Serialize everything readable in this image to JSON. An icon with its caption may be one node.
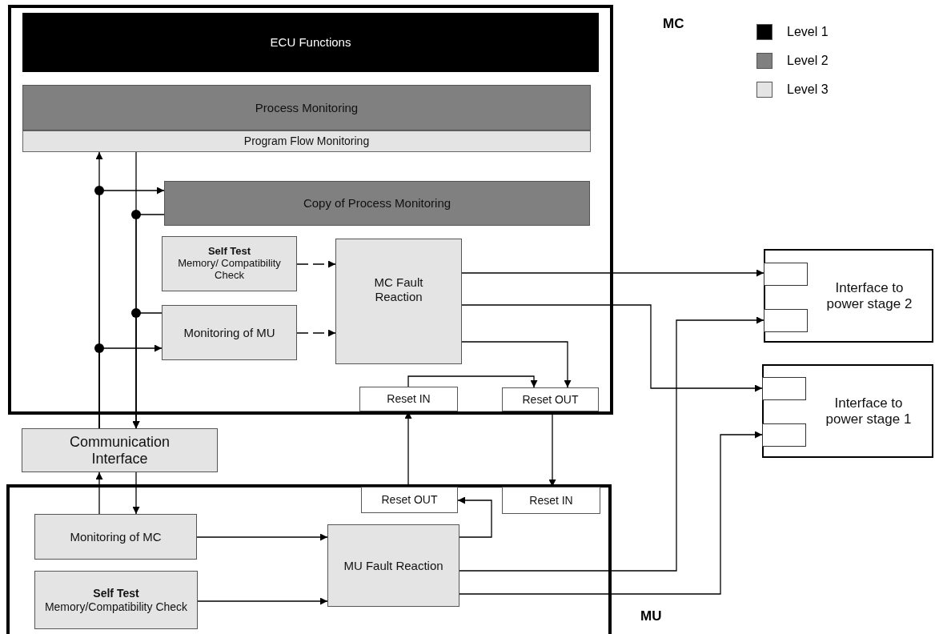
{
  "diagram": {
    "nodes": [
      {
        "text": [
          "MC"
        ]
      },
      {
        "text": [
          "ECU Functions"
        ],
        "in": 0
      },
      {
        "text": [
          "Process Monitoring"
        ],
        "in": 0
      },
      {
        "text": [
          "Program Flow Monitoring"
        ],
        "in": 0
      },
      {
        "text": [
          "Copy of Process Monitoring"
        ],
        "in": 0
      },
      {
        "text": [
          "Self Test",
          "Memory/ Compatibility Check"
        ],
        "in": 0
      },
      {
        "text": [
          "Monitoring of MU"
        ],
        "in": 0
      },
      {
        "text": [
          "MC Fault Reaction"
        ],
        "in": 0
      },
      {
        "text": [
          "Reset IN"
        ],
        "in": 0
      },
      {
        "text": [
          "Reset OUT"
        ],
        "in": 0
      },
      {
        "text": [
          "Communication Interface"
        ]
      },
      {
        "text": [
          "MU"
        ]
      },
      {
        "text": [
          "Monitoring of MC"
        ],
        "in": 11
      },
      {
        "text": [
          "Self Test",
          "Memory/Compatibility Check"
        ],
        "in": 11
      },
      {
        "text": [
          "MU Fault Reaction"
        ],
        "in": 11
      },
      {
        "text": [
          "Reset OUT"
        ],
        "in": 11
      },
      {
        "text": [
          "Reset IN"
        ],
        "in": 11
      },
      {
        "text": [
          "Interface to power stage 2"
        ]
      },
      {
        "text": [],
        "shape": "box",
        "in": 17
      },
      {
        "text": [],
        "shape": "box",
        "in": 17
      },
      {
        "text": [
          "Interface to power stage 1"
        ]
      },
      {
        "text": [],
        "shape": "box",
        "in": 20
      },
      {
        "text": [],
        "shape": "box",
        "in": 20
      }
    ],
    "edges": [
      {
        "from": 10,
        "to": 3,
        "arrow": "to"
      },
      {
        "from": 10,
        "to": 4,
        "arrow": "to"
      },
      {
        "from": 10,
        "to": 6,
        "arrow": "to"
      },
      {
        "from": 3,
        "to": 10,
        "arrow": "to"
      },
      {
        "from": 4,
        "to": 10,
        "arrow": "to"
      },
      {
        "from": 6,
        "to": 10,
        "arrow": "to"
      },
      {
        "from": 5,
        "to": 7,
        "arrow": "to",
        "style": "dashed"
      },
      {
        "from": 6,
        "to": 7,
        "arrow": "to",
        "style": "dashed"
      },
      {
        "from": 7,
        "to": 18,
        "arrow": "to"
      },
      {
        "from": 7,
        "to": 21,
        "arrow": "to"
      },
      {
        "from": 7,
        "to": 9,
        "arrow": "to"
      },
      {
        "from": 8,
        "to": 9,
        "arrow": "to"
      },
      {
        "from": 9,
        "to": 16,
        "arrow": "to"
      },
      {
        "from": 15,
        "to": 8,
        "arrow": "to"
      },
      {
        "from": 14,
        "to": 15,
        "arrow": "to"
      },
      {
        "from": 14,
        "to": 19,
        "arrow": "to"
      },
      {
        "from": 14,
        "to": 22,
        "arrow": "to"
      },
      {
        "from": 10,
        "to": 12,
        "arrow": "to"
      },
      {
        "from": 12,
        "to": 10,
        "arrow": "to"
      },
      {
        "from": 12,
        "to": 14,
        "arrow": "to"
      },
      {
        "from": 13,
        "to": 14,
        "arrow": "to"
      }
    ],
    "legend": [
      {
        "text": "Level 1",
        "color": "#000000"
      },
      {
        "text": "Level 2",
        "color": "#808080"
      },
      {
        "text": "Level 3",
        "color": "#e4e4e4"
      }
    ]
  }
}
